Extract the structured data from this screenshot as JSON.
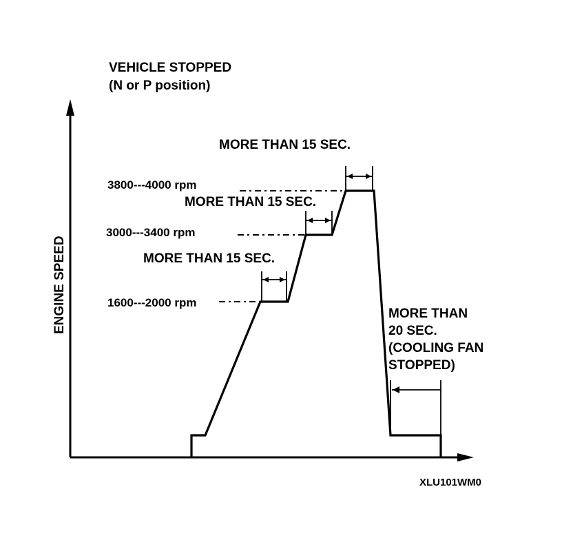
{
  "diagram": {
    "condition_line1": "VEHICLE STOPPED",
    "condition_line2": "(N or P position)",
    "y_axis_label": "ENGINE SPEED",
    "stages": [
      {
        "rpm": "1600---2000 rpm",
        "duration": "MORE THAN 15 SEC."
      },
      {
        "rpm": "3000---3400 rpm",
        "duration": "MORE THAN 15 SEC."
      },
      {
        "rpm": "3800---4000 rpm",
        "duration": "MORE THAN 15 SEC."
      }
    ],
    "final_note": [
      "MORE THAN",
      "20 SEC.",
      "(COOLING FAN",
      "STOPPED)"
    ],
    "figure_code": "XLU101WM0"
  }
}
